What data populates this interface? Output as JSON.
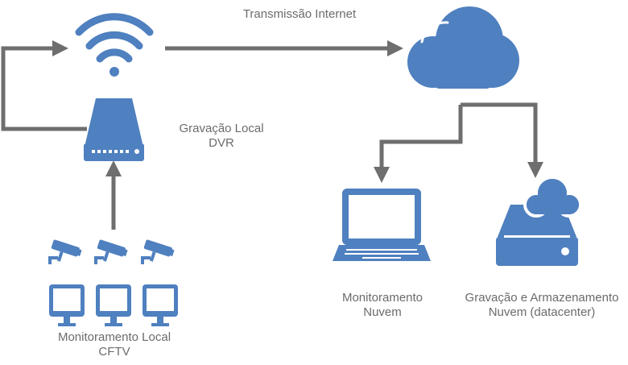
{
  "labels": {
    "internet": "Transmissão Internet",
    "dvr": [
      "Gravação Local",
      "DVR"
    ],
    "cloud_monitor": [
      "Monitoramento",
      "Nuvem"
    ],
    "datacenter": [
      "Gravação e Armazenamento",
      "Nuvem (datacenter)"
    ],
    "cftv": [
      "Monitoramento Local",
      "CFTV"
    ]
  },
  "icons": {
    "wifi": "wifi-icon",
    "cloud": "cloud-icon",
    "dvr": "dvr-icon",
    "camera": "cctv-camera-icon",
    "monitor": "monitor-icon",
    "laptop": "laptop-icon",
    "storage": "cloud-storage-icon"
  },
  "colors": {
    "icon": "#4f80bf",
    "arrow": "#6e6e6e",
    "text": "#6b6b6b"
  }
}
